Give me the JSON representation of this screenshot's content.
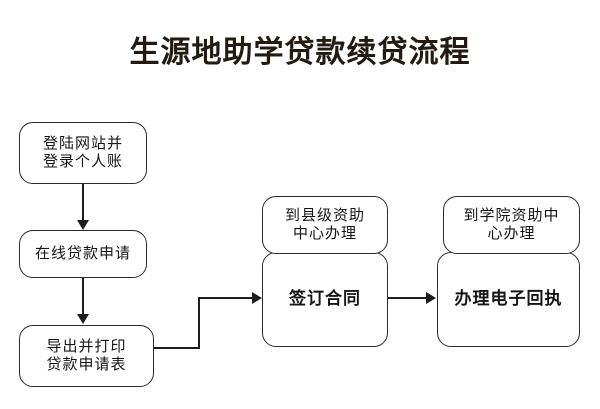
{
  "title": "生源地助学贷款续贷流程",
  "colors": {
    "background": "#ffffff",
    "title_text": "#231a12",
    "box_border": "#2b2b2b",
    "box_fill": "#ffffff",
    "connector": "#1d1d1d",
    "node_text": "#151515"
  },
  "flowchart": {
    "nodes": {
      "login": {
        "label": "登陆网站并\n登录个人账",
        "line1": "登陆网站并",
        "line2": "登录个人账"
      },
      "online_application": {
        "label": "在线贷款申请"
      },
      "export_print": {
        "label": "导出并打印\n贷款申请表",
        "line1": "导出并打印",
        "line2": "贷款申请表"
      },
      "county_center": {
        "label": "到县级资助\n中心办理",
        "line1": "到县级资助",
        "line2": "中心办理"
      },
      "sign_contract": {
        "label": "签订合同"
      },
      "college_center": {
        "label": "到学院资助中\n心办理",
        "line1": "到学院资助中",
        "line2": "心办理"
      },
      "electronic_receipt": {
        "label": "办理电子回执"
      }
    },
    "edges": [
      {
        "from": "login",
        "to": "online_application",
        "style": "vertical-arrow"
      },
      {
        "from": "online_application",
        "to": "export_print",
        "style": "vertical-arrow"
      },
      {
        "from": "export_print",
        "to": "sign_contract",
        "style": "elbow-arrow"
      },
      {
        "from": "sign_contract",
        "to": "electronic_receipt",
        "style": "horizontal-arrow"
      }
    ]
  }
}
